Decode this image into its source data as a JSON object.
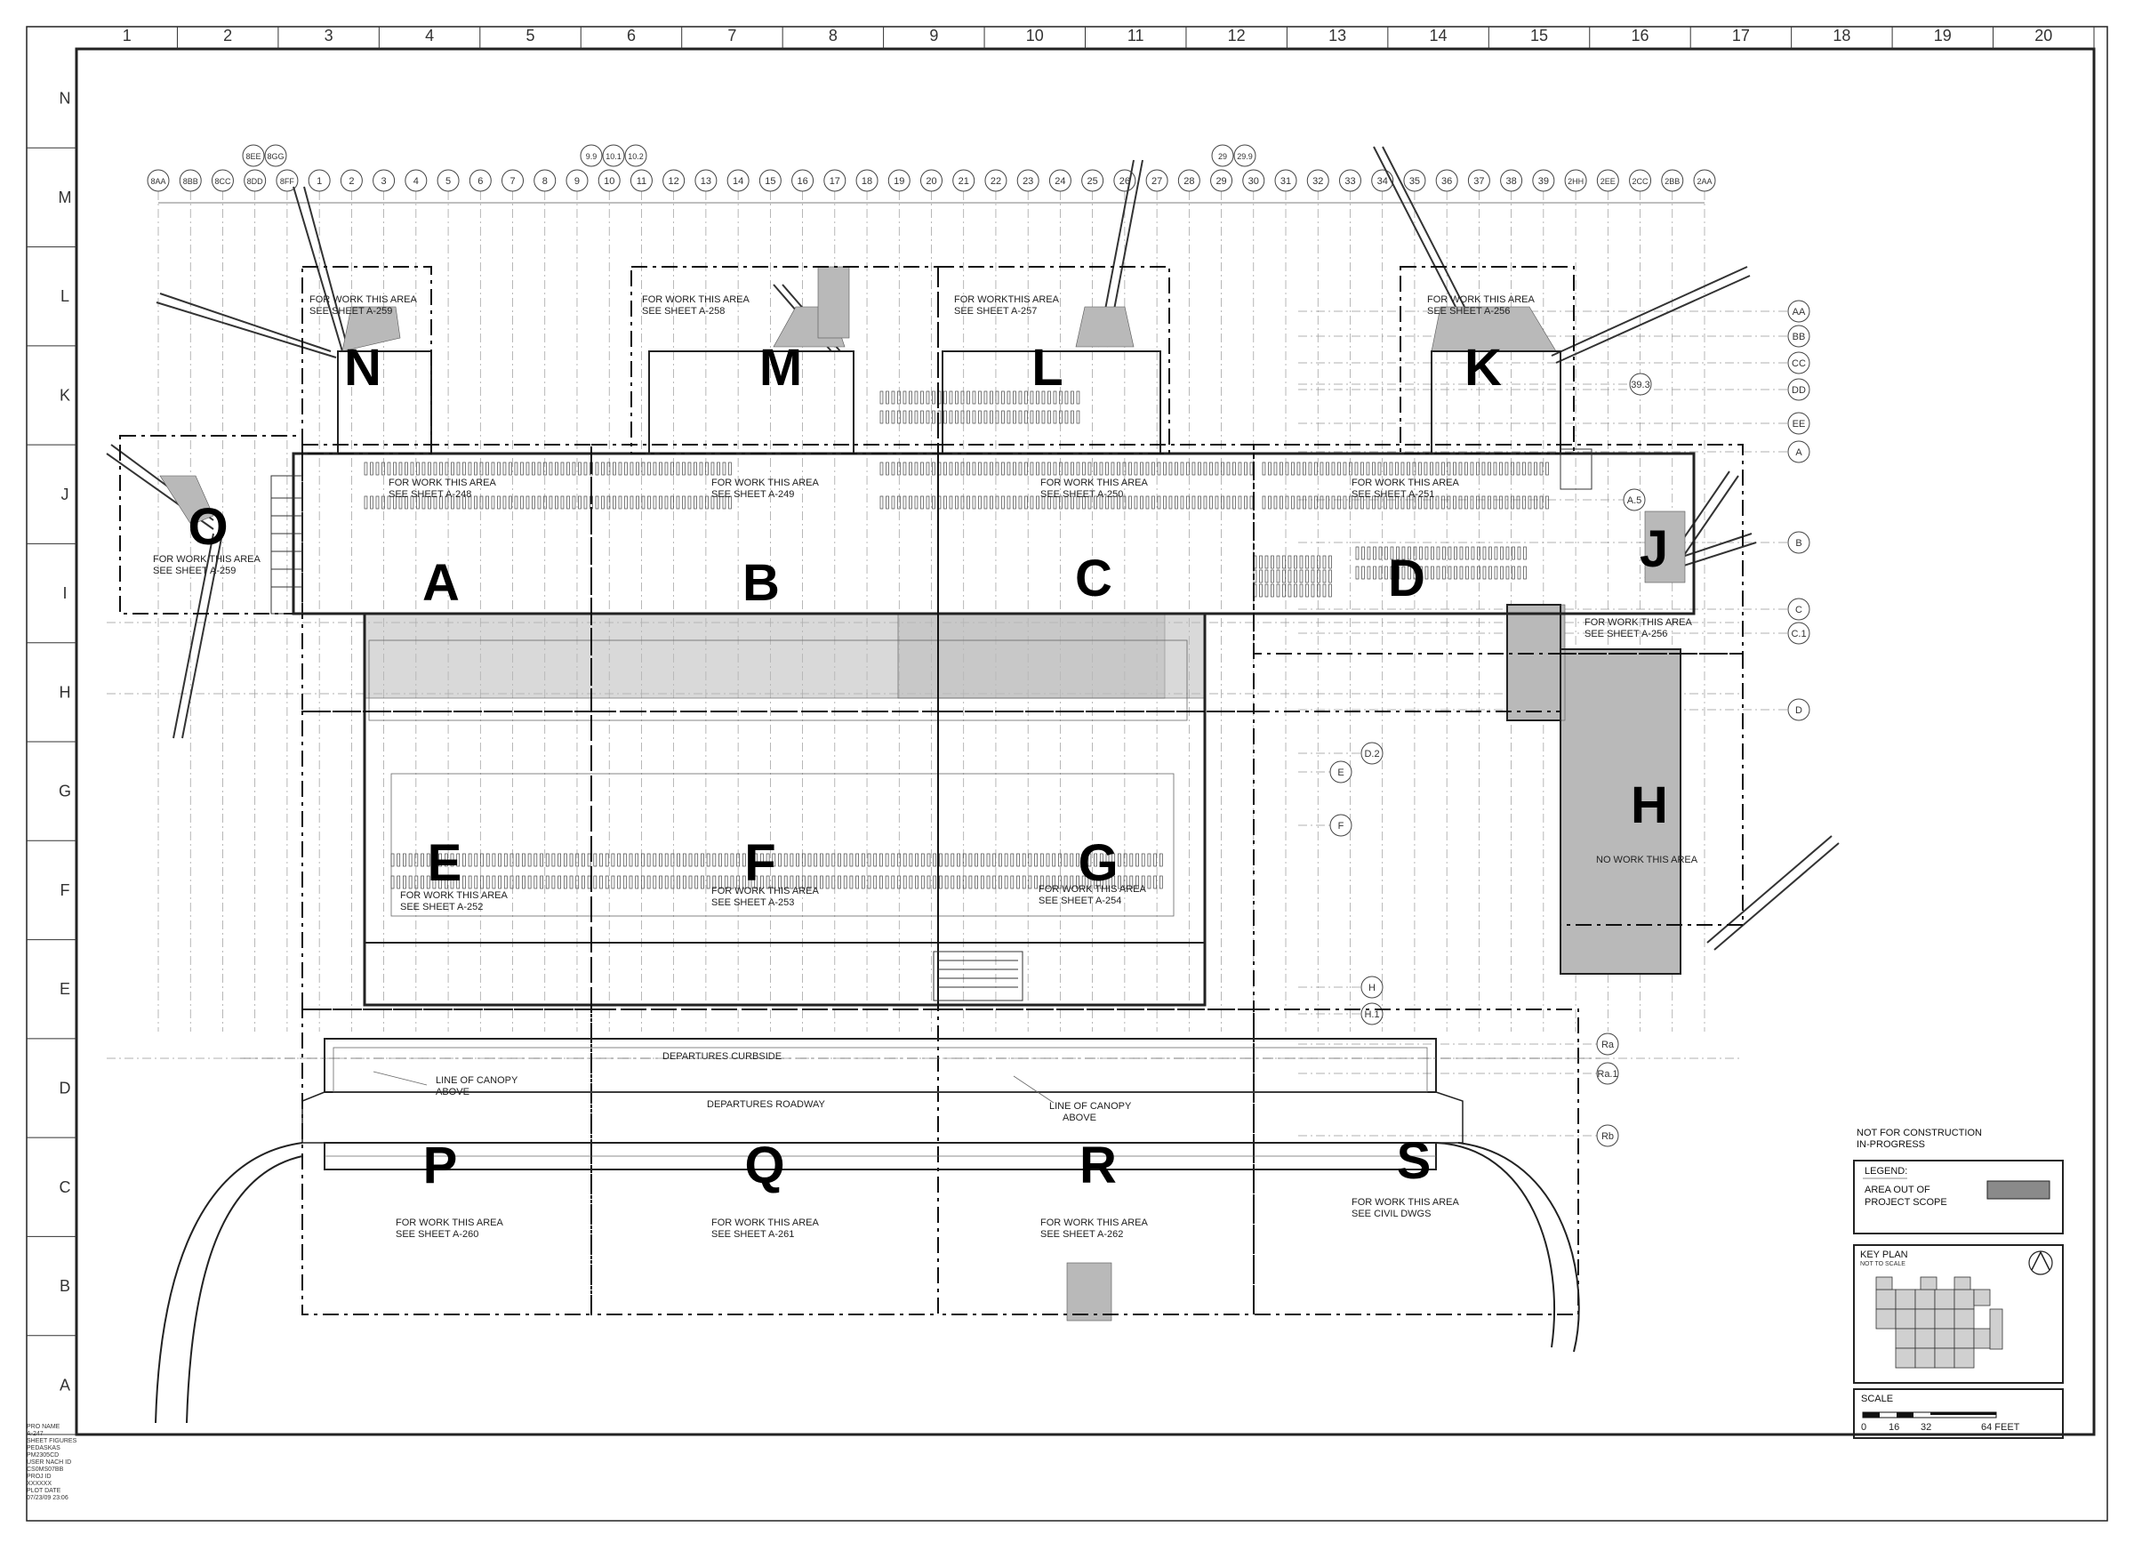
{
  "border": {
    "columns": [
      "1",
      "2",
      "3",
      "4",
      "5",
      "6",
      "7",
      "8",
      "9",
      "10",
      "11",
      "12",
      "13",
      "14",
      "15",
      "16",
      "17",
      "18",
      "19",
      "20"
    ],
    "rows": [
      "N",
      "M",
      "L",
      "K",
      "J",
      "I",
      "H",
      "G",
      "F",
      "E",
      "D",
      "C",
      "B",
      "A"
    ]
  },
  "zones": [
    "N",
    "M",
    "L",
    "K",
    "O",
    "A",
    "B",
    "C",
    "D",
    "J",
    "H",
    "E",
    "F",
    "G",
    "P",
    "Q",
    "R",
    "S"
  ],
  "area_notes": [
    {
      "id": "n",
      "lines": [
        "FOR WORK THIS AREA",
        "SEE SHEET A-259"
      ]
    },
    {
      "id": "m",
      "lines": [
        "FOR WORK THIS AREA",
        "SEE SHEET A-258"
      ]
    },
    {
      "id": "l",
      "lines": [
        "FOR WORKTHIS AREA",
        "SEE SHEET A-257"
      ]
    },
    {
      "id": "k",
      "lines": [
        "FOR WORK THIS AREA",
        "SEE SHEET A-256"
      ]
    },
    {
      "id": "o",
      "lines": [
        "FOR WORK THIS AREA",
        "SEE SHEET A-259"
      ]
    },
    {
      "id": "a",
      "lines": [
        "FOR WORK THIS AREA",
        "SEE SHEET A-248"
      ]
    },
    {
      "id": "b",
      "lines": [
        "FOR WORK THIS AREA",
        "SEE SHEET A-249"
      ]
    },
    {
      "id": "c",
      "lines": [
        "FOR WORK THIS AREA",
        "SEE SHEET A-250"
      ]
    },
    {
      "id": "d",
      "lines": [
        "FOR WORK THIS AREA",
        "SEE SHEET A-251"
      ]
    },
    {
      "id": "j",
      "lines": [
        "FOR WORK THIS AREA",
        "SEE SHEET A-256"
      ]
    },
    {
      "id": "h",
      "lines": [
        "NO WORK THIS AREA"
      ]
    },
    {
      "id": "e",
      "lines": [
        "FOR WORK THIS AREA",
        "SEE SHEET A-252"
      ]
    },
    {
      "id": "f",
      "lines": [
        "FOR WORK THIS AREA",
        "SEE SHEET A-253"
      ]
    },
    {
      "id": "g",
      "lines": [
        "FOR WORK THIS AREA",
        "SEE SHEET A-254"
      ]
    },
    {
      "id": "p",
      "lines": [
        "FOR WORK THIS AREA",
        "SEE SHEET A-260"
      ]
    },
    {
      "id": "q",
      "lines": [
        "FOR WORK THIS AREA",
        "SEE SHEET A-261"
      ]
    },
    {
      "id": "r",
      "lines": [
        "FOR WORK THIS AREA",
        "SEE SHEET A-262"
      ]
    },
    {
      "id": "s",
      "lines": [
        "FOR WORK THIS AREA",
        "SEE CIVIL DWGS"
      ]
    }
  ],
  "grid_bubbles_top": [
    "8AA",
    "8BB",
    "8CC",
    "8DD",
    "8FF",
    "1",
    "2",
    "3",
    "4",
    "5",
    "6",
    "7",
    "8",
    "9",
    "10",
    "11",
    "12",
    "13",
    "14",
    "15",
    "16",
    "17",
    "18",
    "19",
    "20",
    "21",
    "22",
    "23",
    "24",
    "25",
    "26",
    "27",
    "28",
    "29",
    "30",
    "31",
    "32",
    "33",
    "34",
    "35",
    "36",
    "37",
    "38",
    "39",
    "2HH",
    "2EE",
    "2CC",
    "2BB",
    "2AA"
  ],
  "grid_bubbles_upper": [
    "8EE",
    "8GG",
    "9.9",
    "10.1",
    "10.2",
    "29",
    "29.9"
  ],
  "grid_bubbles_right": [
    "AA",
    "BB",
    "CC",
    "DD",
    "EE",
    "A",
    "A.5",
    "B",
    "C",
    "C.1",
    "D",
    "D.2",
    "E",
    "F",
    "H",
    "H.1",
    "Ra",
    "Ra.1",
    "Rb",
    "39.3"
  ],
  "road_labels": {
    "curbside": "DEPARTURES CURBSIDE",
    "roadway": "DEPARTURES ROADWAY",
    "canopy_left": [
      "LINE OF CANOPY",
      "ABOVE"
    ],
    "canopy_right": [
      "LINE OF CANOPY",
      "ABOVE"
    ]
  },
  "status": [
    "NOT FOR CONSTRUCTION",
    "IN-PROGRESS"
  ],
  "legend": {
    "title": "LEGEND:",
    "item": [
      "AREA OUT OF",
      "PROJECT SCOPE"
    ],
    "swatch_color": "#8a8a8a"
  },
  "key_plan": {
    "title": "KEY PLAN",
    "subtitle": "NOT TO SCALE"
  },
  "scale": {
    "title": "SCALE",
    "ticks": [
      "0",
      "16",
      "32",
      "64 FEET"
    ]
  },
  "title_block": [
    "PRO NAME",
    "A-247",
    "SHEET FIGURES",
    "PEDASKAS",
    "PM2305CD",
    "USER NACH ID",
    "CS0MS07BB",
    "PROJ ID",
    "XXXXXX",
    "PLOT DATE",
    "07/23/09 23:06"
  ]
}
